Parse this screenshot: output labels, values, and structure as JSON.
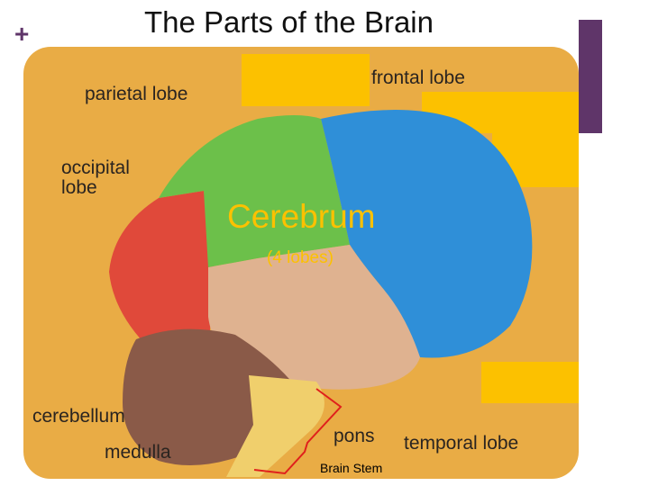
{
  "slide": {
    "plus": "+",
    "title": "The Parts of the Brain"
  },
  "colors": {
    "panel": "#e9ac45",
    "accent_bar": "#5f3569",
    "highlight": "#fcc100",
    "frontal": "#2f8fd8",
    "parietal": "#6cc04a",
    "occipital": "#e0493a",
    "temporal": "#dfb290",
    "cerebellum": "#8a5a48",
    "brainstem": "#f0cf6c",
    "bracket": "#e0201c"
  },
  "labels": {
    "frontal": "frontal lobe",
    "parietal": "parietal lobe",
    "occipital": "occipital lobe",
    "cerebellum": "cerebellum",
    "medulla": "medulla",
    "pons": "pons",
    "temporal": "temporal lobe"
  },
  "overlay": {
    "main": "Cerebrum",
    "sub": "(4 lobes)",
    "stem": "Brain Stem"
  }
}
